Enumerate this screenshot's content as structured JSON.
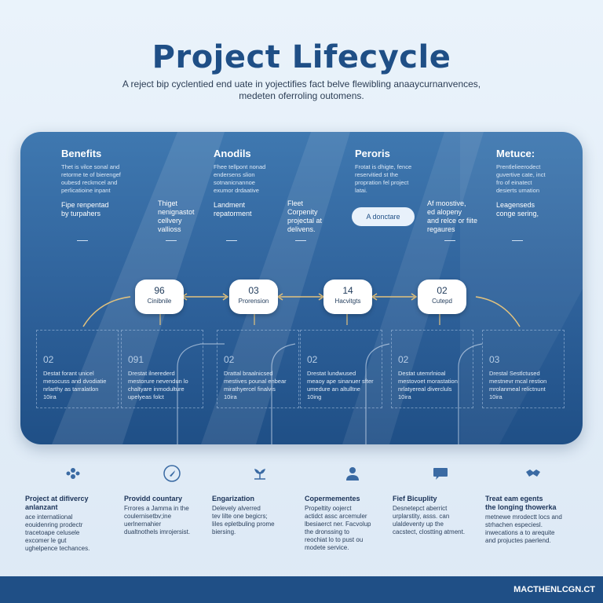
{
  "header": {
    "title": "Project Lifecycle",
    "subtitle_lines": [
      "A reject bip cyclentied end uate in yojectifies fact belve  flewibling anaaycurnanvences,",
      "medeten oferroling outomens."
    ]
  },
  "columns": [
    {
      "title": "Benefits",
      "body": [
        "Thet is vilce sonal and",
        "retorme te of bierengef",
        "oubesd reckmcel and",
        "perlicatioine inpant"
      ],
      "note": [
        "Fipe renpentad",
        "by turpahers"
      ]
    },
    {
      "title": "Anodils",
      "body": [
        "Fhee tellpont nonad",
        "endersens slion",
        "sotnanicnannoe",
        "exumor drdaative"
      ],
      "note": [
        "Landment",
        "repatorment"
      ]
    },
    {
      "title": "Peroris",
      "body": [
        "Frotat is dhigte, fence",
        "reservitied st the",
        "propration fel project",
        "latai."
      ],
      "note": [
        "A donctare"
      ]
    },
    {
      "title": "Metuce:",
      "body": [
        "Prentlelieerodect",
        "guvertive cate, inct",
        "fro of einatect",
        "desierts umation"
      ],
      "note": [
        "Leagenseds",
        "conge sering,"
      ]
    }
  ],
  "mid_notes": [
    [
      "Thiget",
      "nenignastot",
      "cellvery",
      "vallioss"
    ],
    [
      "Fleet",
      "Corpenity",
      "projectal at",
      "delivens."
    ],
    [
      "Af moostive,",
      "ed alopeny",
      "and relce or fiite",
      "regaures"
    ]
  ],
  "stages": [
    {
      "number": "96",
      "label": "Cinibnile"
    },
    {
      "number": "03",
      "label": "Prorension"
    },
    {
      "number": "14",
      "label": "Hacvitgts"
    },
    {
      "number": "02",
      "label": "Cutepd"
    }
  ],
  "phases": [
    {
      "number": "02",
      "lines": [
        "Destat forant unicel",
        "mesocuss and dvodiatie",
        "nrlarthy as tarralatlon",
        "10ira"
      ]
    },
    {
      "number": "091",
      "lines": [
        "Drestat ilnerederd",
        "mestorure nevendun lo",
        "chaltyare inmodulture",
        "upelyeas folct"
      ]
    },
    {
      "number": "02",
      "lines": [
        "Drattal braalnicsed",
        "mestives pounal enbear",
        "mirathyercel finalvis",
        "10ira"
      ]
    },
    {
      "number": "02",
      "lines": [
        "Drestat lundwused",
        "meaoy ape sinanuer sfter",
        "umedure an altulltne",
        "10ing"
      ]
    },
    {
      "number": "02",
      "lines": [
        "Destat utemrlnioal",
        "mestovoet morastation",
        "nrlatyereal divercluls",
        "10ira"
      ]
    },
    {
      "number": "03",
      "lines": [
        "Drestal Sestlctused",
        "mestnevr mcal restion",
        "mrolanmeal relictnunt",
        "10ira"
      ]
    }
  ],
  "features": [
    {
      "icon": "people-cluster-icon",
      "title": [
        "Project at difivercy",
        "anlanzant"
      ],
      "lines": [
        "ace internatiional",
        "eouidenring prodectr",
        "tracetoape celusele",
        "excomer le gut",
        "ughelpence techances."
      ]
    },
    {
      "icon": "rocket-icon",
      "title": [
        "Providd countary"
      ],
      "lines": [
        "Frrores a Jamma in the",
        "coulernisetbv;ine",
        "uerlnernahier",
        "dualtnothels imrojersist."
      ]
    },
    {
      "icon": "growth-sprout-icon",
      "title": [
        "Engarization"
      ],
      "lines": [
        "Delevely alverred",
        "tev lilte one begicrs;",
        "liles epletbuling prome",
        "biersing."
      ]
    },
    {
      "icon": "user-person-icon",
      "title": [
        "Copermementes"
      ],
      "lines": [
        "Propeltity oojerct",
        "actidct assc arcemuler",
        "lbesiaerct ner. Facvolup",
        "the dronssing to",
        "reochiat lo to pust ou",
        "modete service."
      ]
    },
    {
      "icon": "chat-bubble-icon",
      "title": [
        "Fief Bicuplity"
      ],
      "lines": [
        "Desnetepct aberrict",
        "urplarstity, asss. can",
        "ulaldeventy up the",
        "cacstect, clostting atment."
      ]
    },
    {
      "icon": "handshake-icon",
      "title": [
        "Treat eam egents",
        "the longing thowerka"
      ],
      "lines": [
        "metnewe mrodectt locs and",
        "strhachen especiesl.",
        "inwecations a to arequite",
        "and projuctes paerlend."
      ]
    }
  ],
  "footer": {
    "brand": "MACTHENLCGN.CT"
  },
  "colors": {
    "accent": "#1f4f86",
    "panel_top": "#3f78b0",
    "panel_bottom": "#1f4f86",
    "connector": "#e2c27e"
  }
}
